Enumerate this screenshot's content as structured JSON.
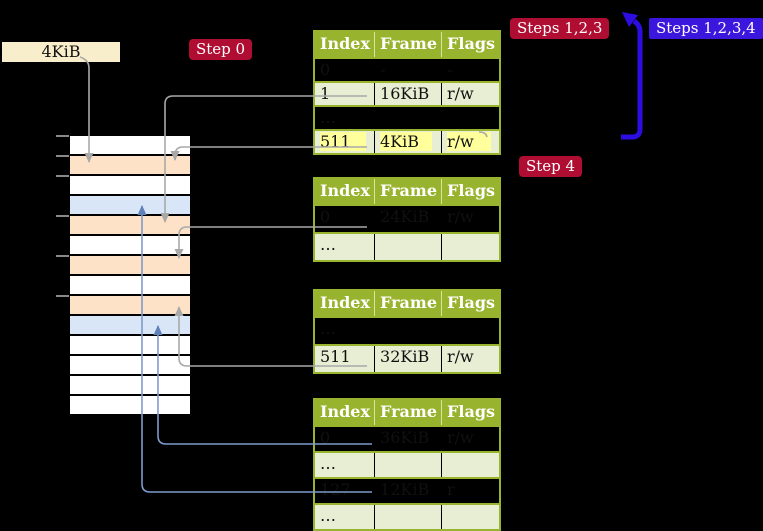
{
  "page_size_label": "4KiB",
  "step_labels": {
    "step0": "Step 0",
    "steps123": "Steps 1,2,3",
    "steps1234": "Steps 1,2,3,4",
    "step4": "Step 4"
  },
  "memory": {
    "rows": [
      "white",
      "peach",
      "white",
      "blue",
      "peach",
      "white",
      "peach",
      "white",
      "peach",
      "blue",
      "white",
      "white",
      "white",
      "white"
    ]
  },
  "tables": [
    {
      "columns": [
        "Index",
        "Frame",
        "Flags"
      ],
      "rows": [
        {
          "cells": [
            "0",
            "-",
            "-"
          ],
          "shaded": false,
          "highlighted": false
        },
        {
          "cells": [
            "1",
            "16KiB",
            "r/w"
          ],
          "shaded": true,
          "highlighted": false
        },
        {
          "cells": [
            "…",
            "",
            ""
          ],
          "shaded": false,
          "highlighted": false
        },
        {
          "cells": [
            "511",
            "4KiB",
            "r/w"
          ],
          "shaded": true,
          "highlighted": true
        }
      ]
    },
    {
      "columns": [
        "Index",
        "Frame",
        "Flags"
      ],
      "rows": [
        {
          "cells": [
            "0",
            "24KiB",
            "r/w"
          ],
          "shaded": false,
          "highlighted": false
        },
        {
          "cells": [
            "…",
            "",
            ""
          ],
          "shaded": true,
          "highlighted": false
        }
      ]
    },
    {
      "columns": [
        "Index",
        "Frame",
        "Flags"
      ],
      "rows": [
        {
          "cells": [
            "…",
            "",
            ""
          ],
          "shaded": false,
          "highlighted": false
        },
        {
          "cells": [
            "511",
            "32KiB",
            "r/w"
          ],
          "shaded": true,
          "highlighted": false
        }
      ]
    },
    {
      "columns": [
        "Index",
        "Frame",
        "Flags"
      ],
      "rows": [
        {
          "cells": [
            "0",
            "36KiB",
            "r/w"
          ],
          "shaded": false,
          "highlighted": false
        },
        {
          "cells": [
            "…",
            "",
            ""
          ],
          "shaded": true,
          "highlighted": false
        },
        {
          "cells": [
            "127",
            "12KiB",
            "r"
          ],
          "shaded": false,
          "highlighted": false
        },
        {
          "cells": [
            "…",
            "",
            ""
          ],
          "shaded": true,
          "highlighted": false
        }
      ]
    }
  ],
  "colors": {
    "background": "#000000",
    "table_header": "#98b42e",
    "table_shaded_row": "#e8eed3",
    "highlight": "#ffff9c",
    "frame_pagetable": "#fde2c7",
    "frame_datapage": "#d9e6f7",
    "page_size_bg": "#f9eecb",
    "step_label_bg": "#b00d33",
    "steps_all_label_bg": "#3b16dd",
    "gray_arrow": "#a9a9a9",
    "blue_arrow": "#7e9bcb",
    "loop_arrow": "#2c0ee2"
  }
}
